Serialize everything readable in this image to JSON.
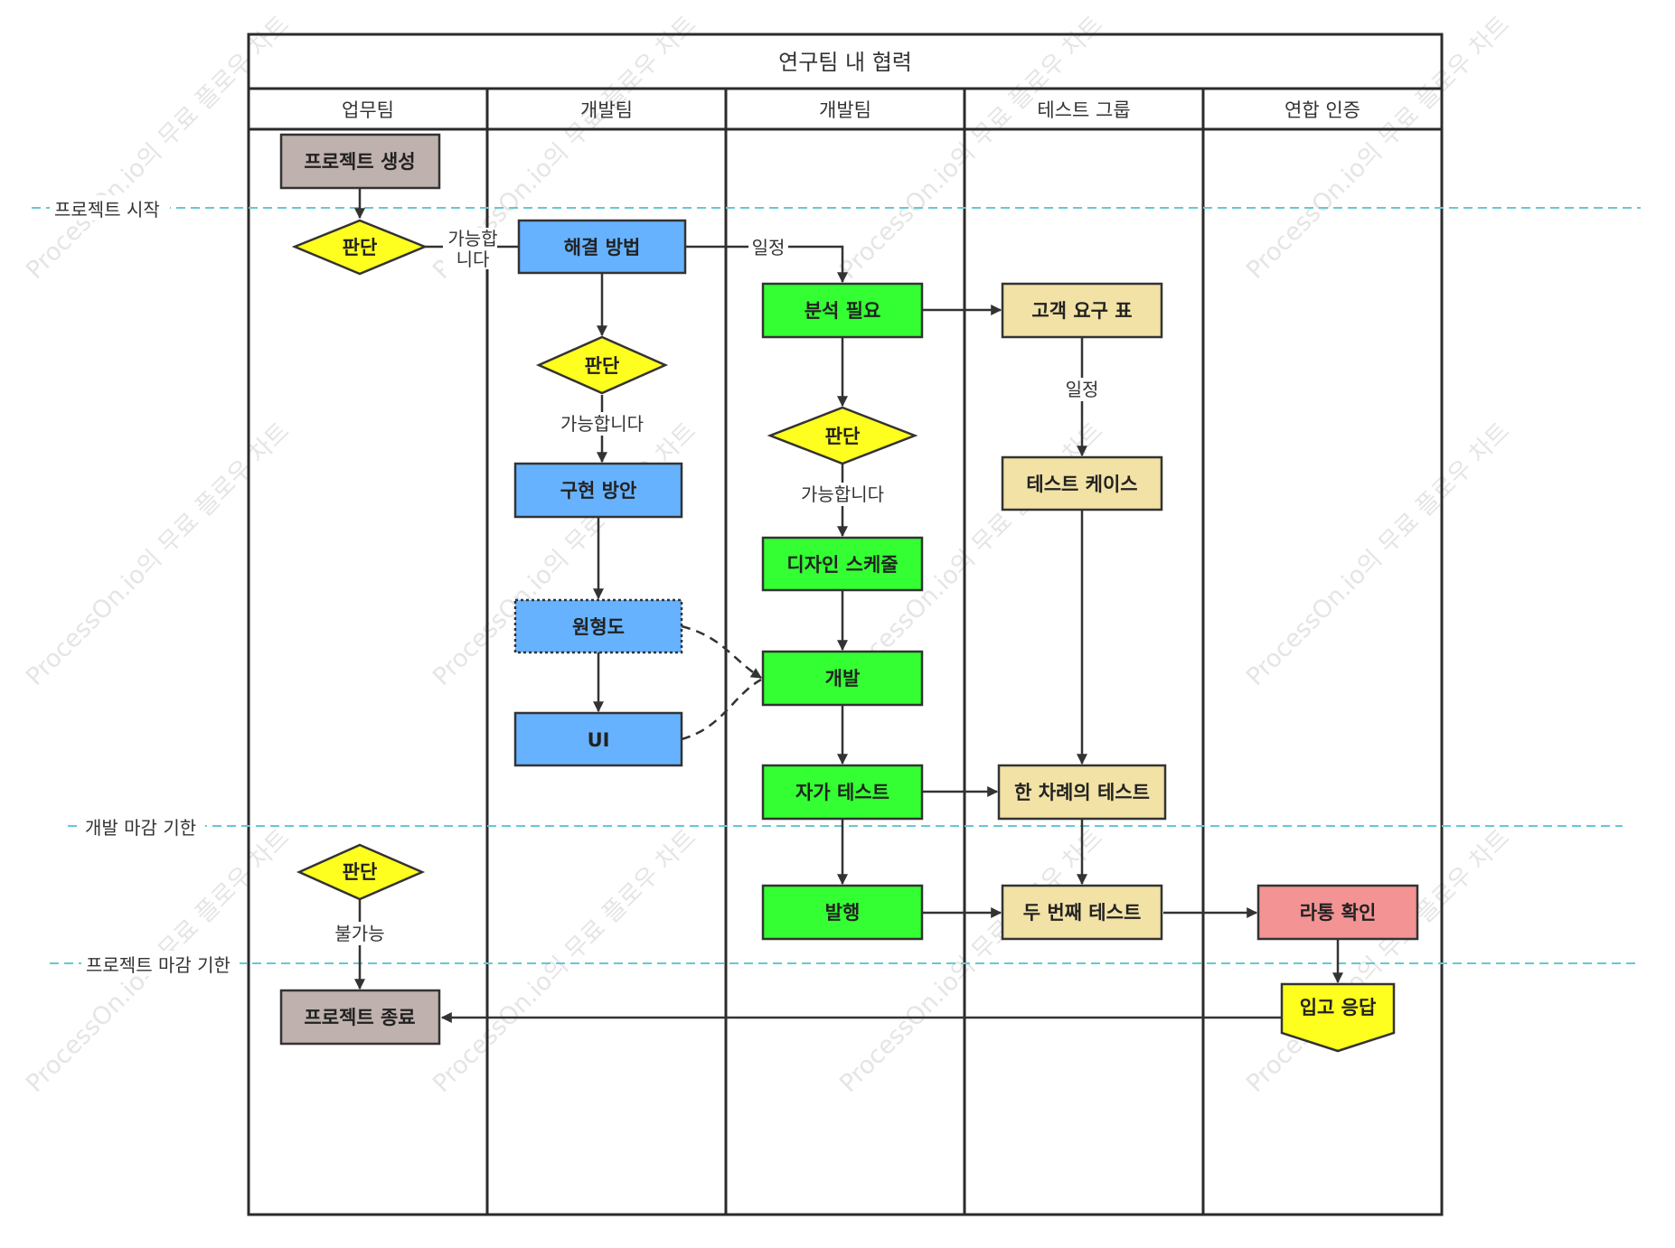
{
  "title": "연구팀 내 협력",
  "lanes": [
    "업무팀",
    "개발팀",
    "개발팀",
    "테스트 그룹",
    "연합 인증"
  ],
  "milestones": {
    "project_start": "프로젝트 시작",
    "dev_deadline": "개발 마감 기한",
    "project_deadline": "프로젝트 마감 기한"
  },
  "nodes": {
    "create": "프로젝트 생성",
    "decide1": "판단",
    "solution": "해결 방법",
    "decide2": "판단",
    "impl": "구현 방안",
    "prototype": "원형도",
    "ui": "UI",
    "analysis": "분석 필요",
    "decide3": "판단",
    "design": "디자인 스케줄",
    "dev": "개발",
    "selftest": "자가 테스트",
    "release": "발행",
    "customer": "고객 요구 표",
    "testcase": "테스트 케이스",
    "test1": "한 차례의 테스트",
    "test2": "두 번째 테스트",
    "decide4": "판단",
    "end": "프로젝트 종료",
    "confirm": "라통 확인",
    "warehouse": "입고 응답"
  },
  "edge_labels": {
    "possible_a": "가능합",
    "possible_b": "니다",
    "schedule1": "일정",
    "possible2": "가능합니다",
    "possible3": "가능합니다",
    "schedule2": "일정",
    "impossible": "불가능"
  },
  "watermark": "ProcessOn.io의 무료 플로우 차트",
  "colors": {
    "gray": "#bfb1ad",
    "yellow": "#ffff1f",
    "blue": "#66b2ff",
    "green": "#33ff33",
    "beige": "#f2e2a5",
    "pink": "#f39393",
    "milestone": "#66c8d2"
  }
}
